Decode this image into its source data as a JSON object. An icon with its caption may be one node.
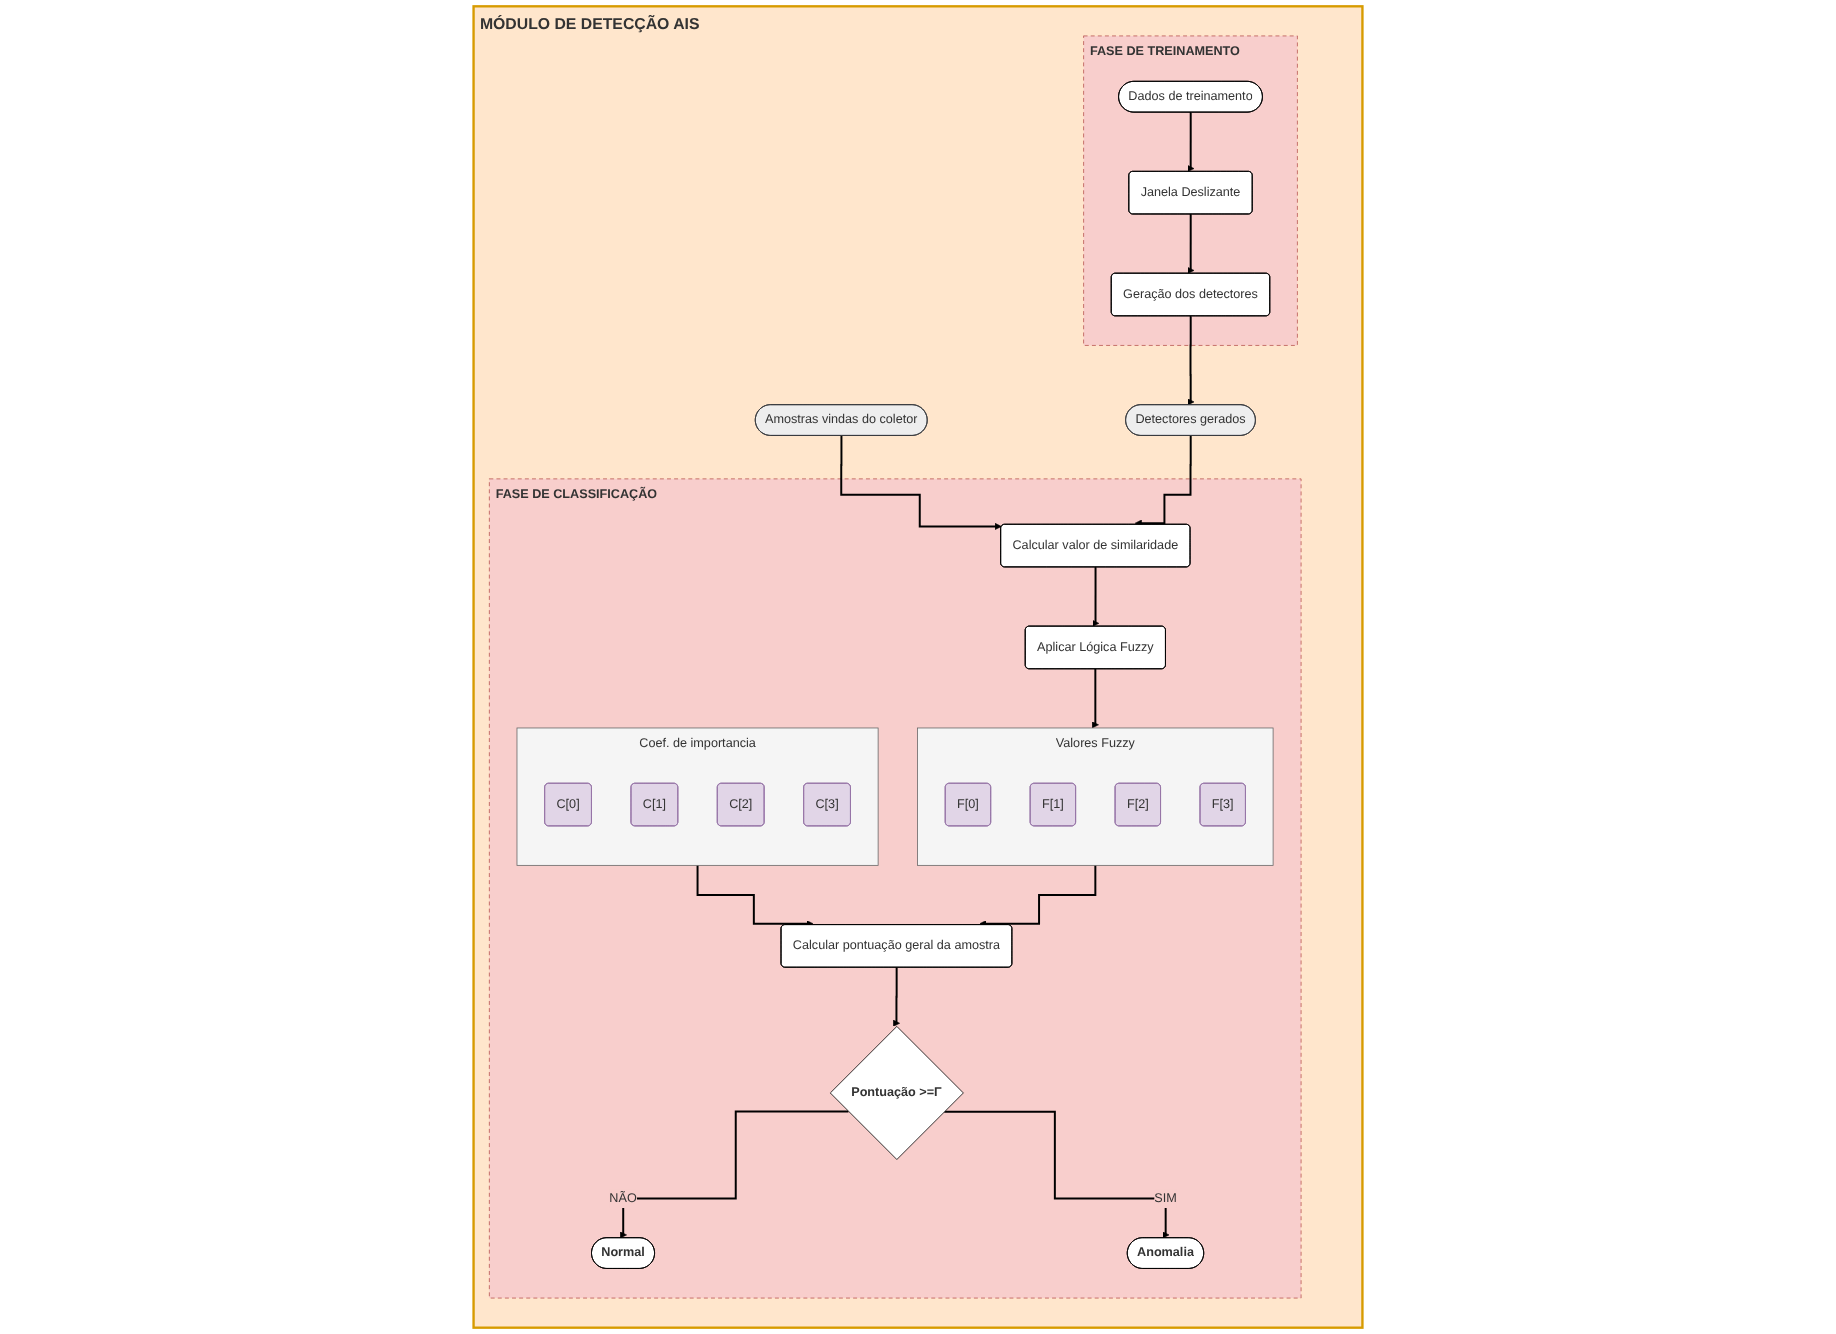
{
  "diagram": {
    "nodes": [
      {
        "text": [
          "MÓDULO DE DETECÇÃO AIS"
        ]
      },
      {
        "text": [
          "Amostras vindas do coletor"
        ],
        "in": 0
      },
      {
        "text": [
          "Detectores gerados"
        ],
        "in": 0
      },
      {
        "text": [
          "FASE DE TREINAMENTO"
        ],
        "in": 0
      },
      {
        "text": [
          "Geração dos detectores"
        ],
        "in": 3
      },
      {
        "text": [
          "Janela Deslizante"
        ],
        "in": 3
      },
      {
        "text": [
          "Dados de treinamento"
        ],
        "in": 3
      },
      {
        "text": [
          "FASE DE CLASSIFICAÇÃO"
        ],
        "in": 0
      },
      {
        "text": [
          "Calcular valor de similaridade"
        ],
        "in": 7
      },
      {
        "text": [
          "Aplicar Lógica Fuzzy"
        ],
        "in": 7
      },
      {
        "text": [
          "Coef. de importancia"
        ],
        "in": 7
      },
      {
        "text": [
          "C[0]"
        ],
        "in": 10
      },
      {
        "text": [
          "C[1]"
        ],
        "in": 10
      },
      {
        "text": [
          "C[2]"
        ],
        "in": 10
      },
      {
        "text": [
          "C[3]"
        ],
        "in": 10
      },
      {
        "text": [
          "Valores Fuzzy"
        ],
        "in": 7
      },
      {
        "text": [
          "F[0]"
        ],
        "in": 15
      },
      {
        "text": [
          "F[1]"
        ],
        "in": 15
      },
      {
        "text": [
          "F[2]"
        ],
        "in": 15
      },
      {
        "text": [
          "F[3]"
        ],
        "in": 15
      },
      {
        "text": [
          "Calcular pontuação geral da amostra"
        ],
        "in": 7
      },
      {
        "text": [
          "Pontuação >=Γ"
        ],
        "in": 7
      },
      {
        "text": [
          "Normal"
        ],
        "in": 7
      },
      {
        "text": [
          "Anomalia"
        ],
        "in": 7
      }
    ],
    "edges": [
      {
        "from": 1,
        "to": 8,
        "arrow": "to"
      },
      {
        "from": 2,
        "to": 8,
        "arrow": "to"
      },
      {
        "from": 4,
        "to": 2,
        "arrow": "to"
      },
      {
        "from": 5,
        "to": 4,
        "arrow": "to"
      },
      {
        "from": 6,
        "to": 5,
        "arrow": "to"
      },
      {
        "from": 8,
        "to": 9,
        "arrow": "to"
      },
      {
        "from": 9,
        "to": 15,
        "arrow": "to"
      },
      {
        "from": 10,
        "to": 20,
        "arrow": "to"
      },
      {
        "from": 15,
        "to": 20,
        "arrow": "to"
      },
      {
        "from": 20,
        "to": 21,
        "arrow": "to"
      },
      {
        "from": 21,
        "to": 22,
        "label": "NÃO",
        "arrow": "to"
      },
      {
        "from": 21,
        "to": 23,
        "label": "SIM",
        "arrow": "to"
      }
    ]
  }
}
